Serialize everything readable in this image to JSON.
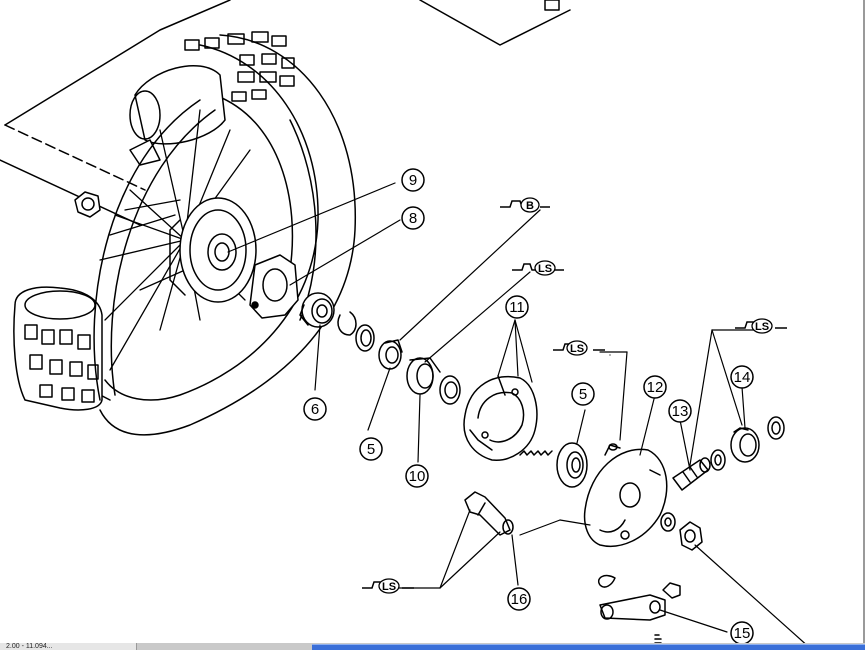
{
  "diagram": {
    "callouts": [
      {
        "id": "c9",
        "label": "9"
      },
      {
        "id": "c8",
        "label": "8"
      },
      {
        "id": "c6",
        "label": "6"
      },
      {
        "id": "c5a",
        "label": "5"
      },
      {
        "id": "c10",
        "label": "10"
      },
      {
        "id": "c11",
        "label": "11"
      },
      {
        "id": "c5b",
        "label": "5"
      },
      {
        "id": "c12",
        "label": "12"
      },
      {
        "id": "c13",
        "label": "13"
      },
      {
        "id": "c14",
        "label": "14"
      },
      {
        "id": "c16",
        "label": "16"
      },
      {
        "id": "c15",
        "label": "15"
      }
    ],
    "lube_badges": [
      {
        "id": "grease-b",
        "label": "B"
      },
      {
        "id": "lube-ls-1",
        "label": "LS"
      },
      {
        "id": "lube-ls-2",
        "label": "LS"
      },
      {
        "id": "lube-ls-3",
        "label": "LS"
      },
      {
        "id": "lube-ls-4",
        "label": "LS"
      }
    ]
  },
  "taskbar": {
    "status_text": "2.00 - 11.094..."
  }
}
